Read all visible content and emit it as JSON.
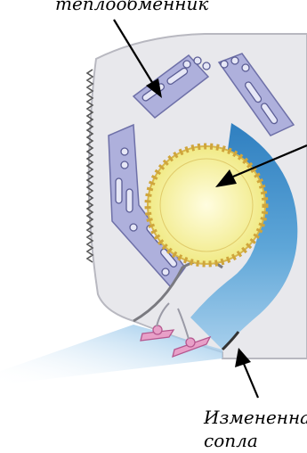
{
  "labels": {
    "heat_exchanger": "теплообменник",
    "nozzle_line1": "Измененна",
    "nozzle_line2": "сопла"
  },
  "colors": {
    "housing": "#e8e8ec",
    "housing_edge": "#b8b8c0",
    "exchanger": "#aeb0dc",
    "exchanger_edge": "#6e70a8",
    "fan": "#f6f39a",
    "fan_blades": "#d8b64a",
    "airflow": "#4f97cc",
    "louver": "#e8a0c8",
    "arrow": "#000000"
  },
  "icons": [
    "heat-exchanger-icon",
    "cross-flow-fan-icon",
    "airflow-icon",
    "louver-icon"
  ]
}
